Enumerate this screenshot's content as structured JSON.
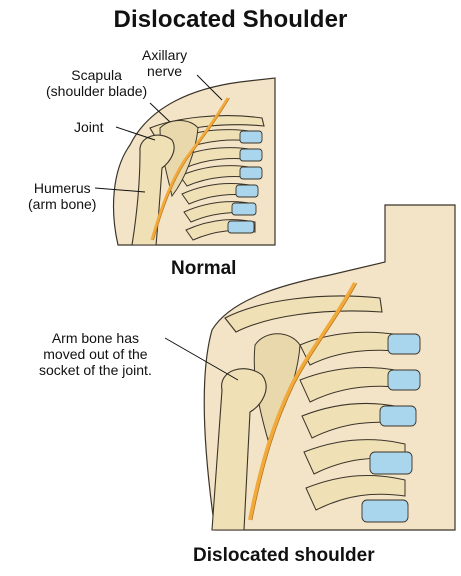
{
  "title": "Dislocated Shoulder",
  "normal_panel": {
    "caption": "Normal",
    "labels": {
      "axillary_nerve": [
        "Axillary",
        "nerve"
      ],
      "scapula": [
        "Scapula",
        "(shoulder blade)"
      ],
      "joint": "Joint",
      "humerus": [
        "Humerus",
        "(arm bone)"
      ]
    }
  },
  "dislocated_panel": {
    "caption": "Dislocated shoulder",
    "labels": {
      "arm_bone_moved": [
        "Arm bone has",
        "moved out of the",
        "socket of the joint."
      ]
    }
  },
  "colors": {
    "skin": "#f3e4c7",
    "bone": "#efe0b6",
    "bone_shadow": "#d9c89a",
    "cartilage": "#a9d6ec",
    "nerve": "#f2a93b",
    "outline": "#3b3429"
  }
}
